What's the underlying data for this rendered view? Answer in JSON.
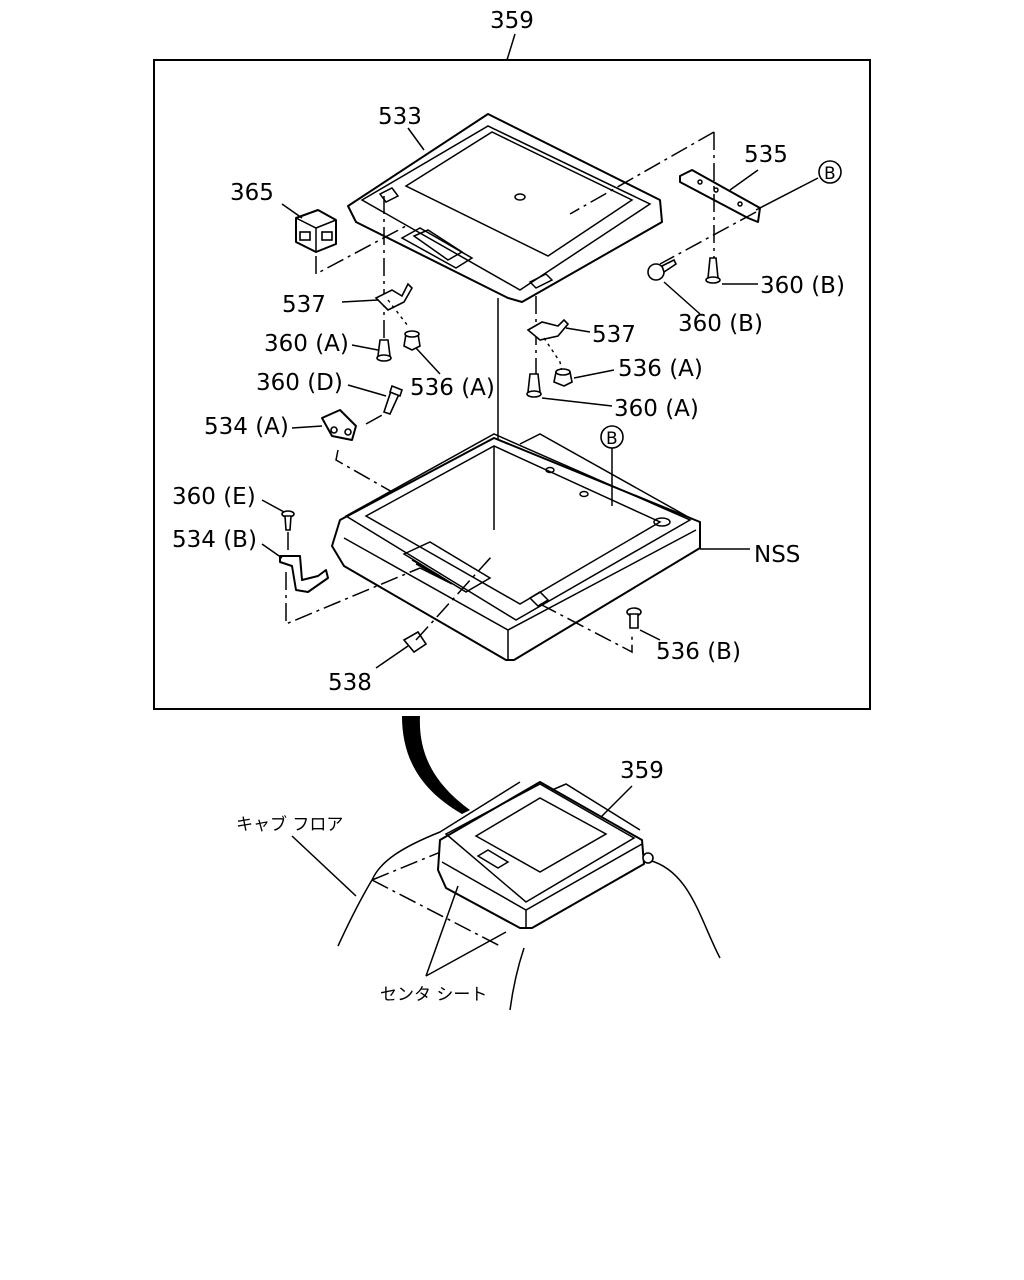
{
  "labels": {
    "top_assembly": "359",
    "frame_533": "533",
    "switch_365": "365",
    "bracket_535": "535",
    "circle_b_top": "B",
    "clip_537_left": "537",
    "clip_537_right": "537",
    "screw_360a_left": "360 (A)",
    "screw_360a_right": "360 (A)",
    "fastener_360b_right": "360 (B)",
    "fastener_360b_mid": "360 (B)",
    "screw_360d": "360 (D)",
    "cushion_536a_left": "536 (A)",
    "cushion_536a_right": "536 (A)",
    "hinge_534a": "534 (A)",
    "circle_b_box": "B",
    "screw_360e": "360 (E)",
    "striker_534b": "534 (B)",
    "box_nss": "NSS",
    "bumper_536b": "536 (B)",
    "clip_538": "538",
    "lower_assembly": "359",
    "cab_floor": "キャブ フロア",
    "center_seat": "センタ シート"
  }
}
